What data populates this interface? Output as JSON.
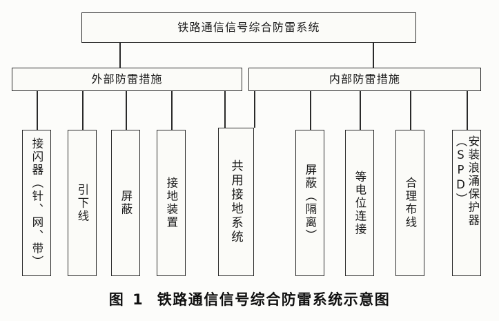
{
  "figure": {
    "caption_label": "图 1",
    "caption_title": "铁路通信信号综合防雷系统示意图",
    "background_color": "#fcfcfa",
    "line_color": "#2a2a2a",
    "box_fill_color": "#fbfbf8"
  },
  "diagram": {
    "type": "hierarchy-tree",
    "root": {
      "id": "root",
      "label": "铁路通信信号综合防雷系统"
    },
    "branches": [
      {
        "id": "external",
        "label": "外部防雷措施"
      },
      {
        "id": "internal",
        "label": "内部防雷措施"
      }
    ],
    "leaves": [
      {
        "id": "air-termination",
        "label": "接闪器（针、网、带）",
        "parent": "external"
      },
      {
        "id": "down-conductor",
        "label": "引下线",
        "parent": "external"
      },
      {
        "id": "shielding-ext",
        "label": "屏蔽",
        "parent": "external"
      },
      {
        "id": "earthing-device",
        "label": "接地装置",
        "parent": "external"
      },
      {
        "id": "shared-earthing",
        "label": "共用接地系统",
        "parent": "external,internal"
      },
      {
        "id": "shielding-int",
        "label": "屏蔽（隔离）",
        "parent": "internal"
      },
      {
        "id": "equipotential",
        "label": "等电位连接",
        "parent": "internal"
      },
      {
        "id": "cable-routing",
        "label": "合理布线",
        "parent": "internal"
      },
      {
        "id": "spd-install",
        "label": "安装浪涌保护器（SPD）",
        "parent": "internal"
      }
    ]
  }
}
